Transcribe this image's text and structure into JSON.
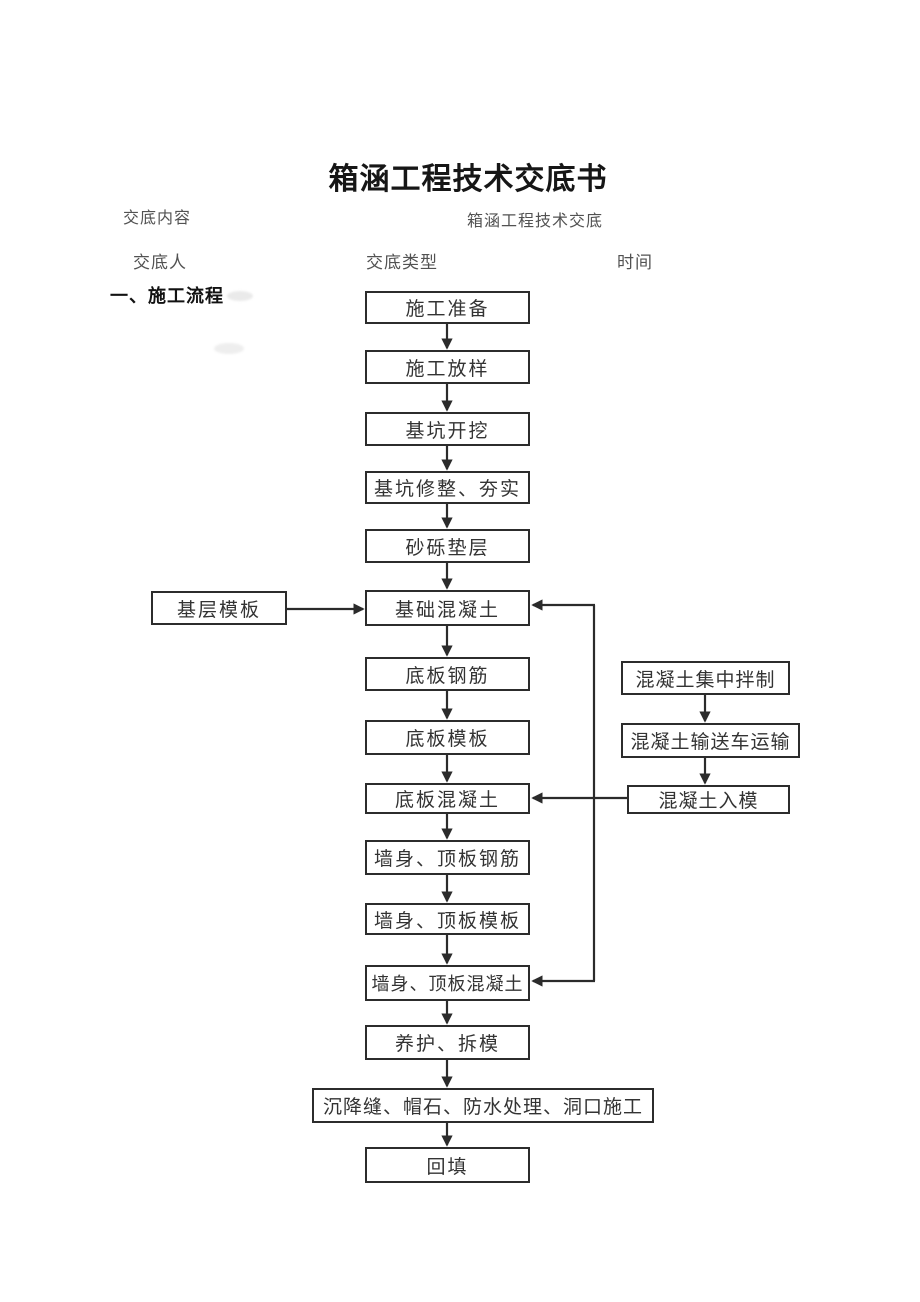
{
  "page": {
    "title": "箱涵工程技术交底书"
  },
  "header": {
    "content_label": "交底内容",
    "content_value": "箱涵工程技术交底",
    "person_label": "交底人",
    "type_label": "交底类型",
    "time_label": "时间"
  },
  "section": {
    "heading": "一、施工流程"
  },
  "flowchart": {
    "main_nodes": [
      "施工准备",
      "施工放样",
      "基坑开挖",
      "基坑修整、夯实",
      "砂砾垫层",
      "基础混凝土",
      "底板钢筋",
      "底板模板",
      "底板混凝土",
      "墙身、顶板钢筋",
      "墙身、顶板模板",
      "墙身、顶板混凝土",
      "养护、拆模",
      "沉降缝、帽石、防水处理、洞口施工",
      "回填"
    ],
    "left_node": "基层模板",
    "right_nodes": [
      "混凝土集中拌制",
      "混凝土输送车运输",
      "混凝土入模"
    ],
    "edges": [
      "施工准备→施工放样",
      "施工放样→基坑开挖",
      "基坑开挖→基坑修整、夯实",
      "基坑修整、夯实→砂砾垫层",
      "砂砾垫层→基础混凝土",
      "基础混凝土→底板钢筋",
      "底板钢筋→底板模板",
      "底板模板→底板混凝土",
      "底板混凝土→墙身、顶板钢筋",
      "墙身、顶板钢筋→墙身、顶板模板",
      "墙身、顶板模板→墙身、顶板混凝土",
      "墙身、顶板混凝土→养护、拆模",
      "养护、拆模→沉降缝、帽石、防水处理、洞口施工",
      "沉降缝、帽石、防水处理、洞口施工→回填",
      "基层模板→基础混凝土",
      "混凝土集中拌制→混凝土输送车运输",
      "混凝土输送车运输→混凝土入模",
      "混凝土入模→基础混凝土",
      "混凝土入模→底板混凝土",
      "混凝土入模→墙身、顶板混凝土"
    ],
    "line_color": "#2b2b2b"
  }
}
